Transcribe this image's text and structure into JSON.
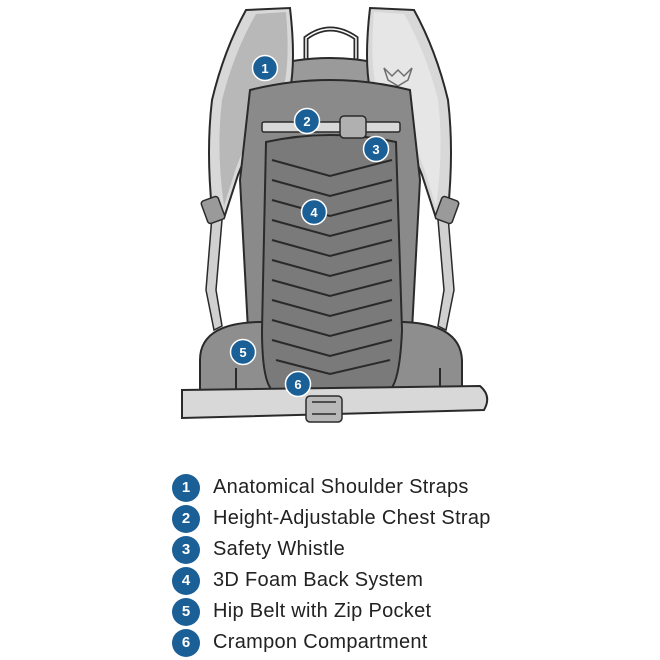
{
  "colors": {
    "marker": "#1b5f97",
    "outline": "#2a2a2a",
    "light_gray": "#d8d8d8",
    "mid_gray": "#9a9a9a",
    "dark_gray": "#6e6e6e"
  },
  "markers": [
    {
      "number": "1",
      "feature": "shoulder-straps"
    },
    {
      "number": "2",
      "feature": "chest-strap"
    },
    {
      "number": "3",
      "feature": "safety-whistle"
    },
    {
      "number": "4",
      "feature": "foam-back-system"
    },
    {
      "number": "5",
      "feature": "hip-belt"
    },
    {
      "number": "6",
      "feature": "crampon-compartment"
    }
  ],
  "legend": [
    {
      "number": "1",
      "label": "Anatomical Shoulder Straps"
    },
    {
      "number": "2",
      "label": "Height-Adjustable Chest Strap"
    },
    {
      "number": "3",
      "label": "Safety Whistle"
    },
    {
      "number": "4",
      "label": "3D Foam Back System"
    },
    {
      "number": "5",
      "label": "Hip Belt with Zip Pocket"
    },
    {
      "number": "6",
      "label": "Crampon Compartment"
    }
  ]
}
